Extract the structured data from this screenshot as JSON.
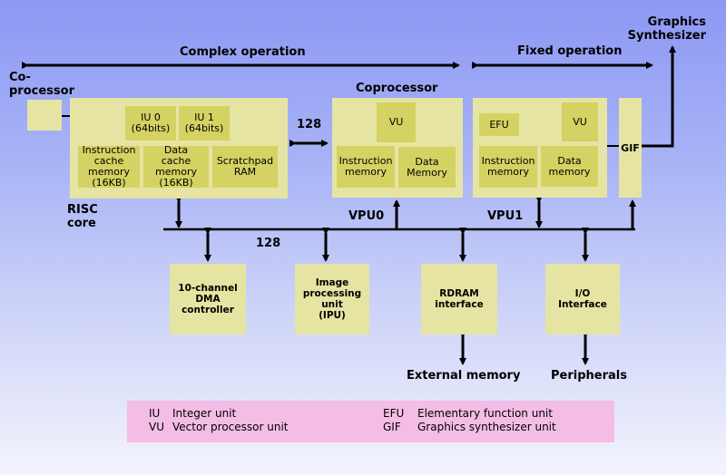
{
  "diagram": {
    "top_labels": {
      "complex_operation": "Complex operation",
      "fixed_operation": "Fixed operation",
      "graphics_synthesizer": "Graphics\nSynthesizer",
      "co_processor": "Co-\nprocessor"
    },
    "risc_core": {
      "label": "RISC\ncore",
      "iu0": "IU 0\n(64bits)",
      "iu1": "IU 1\n(64bits)",
      "instruction_cache": "Instruction\ncache\nmemory\n(16KB)",
      "data_cache": "Data\ncache\nmemory\n(16KB)",
      "scratchpad": "Scratchpad\nRAM"
    },
    "link_width_top": "128",
    "vpu0": {
      "title": "Coprocessor",
      "label": "VPU0",
      "vu": "VU",
      "instruction_memory": "Instruction\nmemory",
      "data_memory": "Data\nMemory"
    },
    "vpu1": {
      "label": "VPU1",
      "efu": "EFU",
      "vu": "VU",
      "instruction_memory": "Instruction\nmemory",
      "data_memory": "Data\nmemory"
    },
    "gif": "GIF",
    "bus_width": "128",
    "peripherals": {
      "dma": "10-channel\nDMA\ncontroller",
      "ipu": "Image\nprocessing\nunit\n(IPU)",
      "rdram": "RDRAM\ninterface",
      "io": "I/O\nInterface"
    },
    "external_memory": "External memory",
    "peripherals_label": "Peripherals"
  },
  "legend": [
    {
      "abbr": "IU",
      "desc": "Integer unit"
    },
    {
      "abbr": "VU",
      "desc": "Vector processor unit"
    },
    {
      "abbr": "EFU",
      "desc": "Elementary function unit"
    },
    {
      "abbr": "GIF",
      "desc": "Graphics synthesizer unit"
    }
  ],
  "colors": {
    "block": "#e6e4a2",
    "sub_block": "#d4d262",
    "legend_bg": "#f4bde6",
    "background_top": "#8c98f4"
  }
}
